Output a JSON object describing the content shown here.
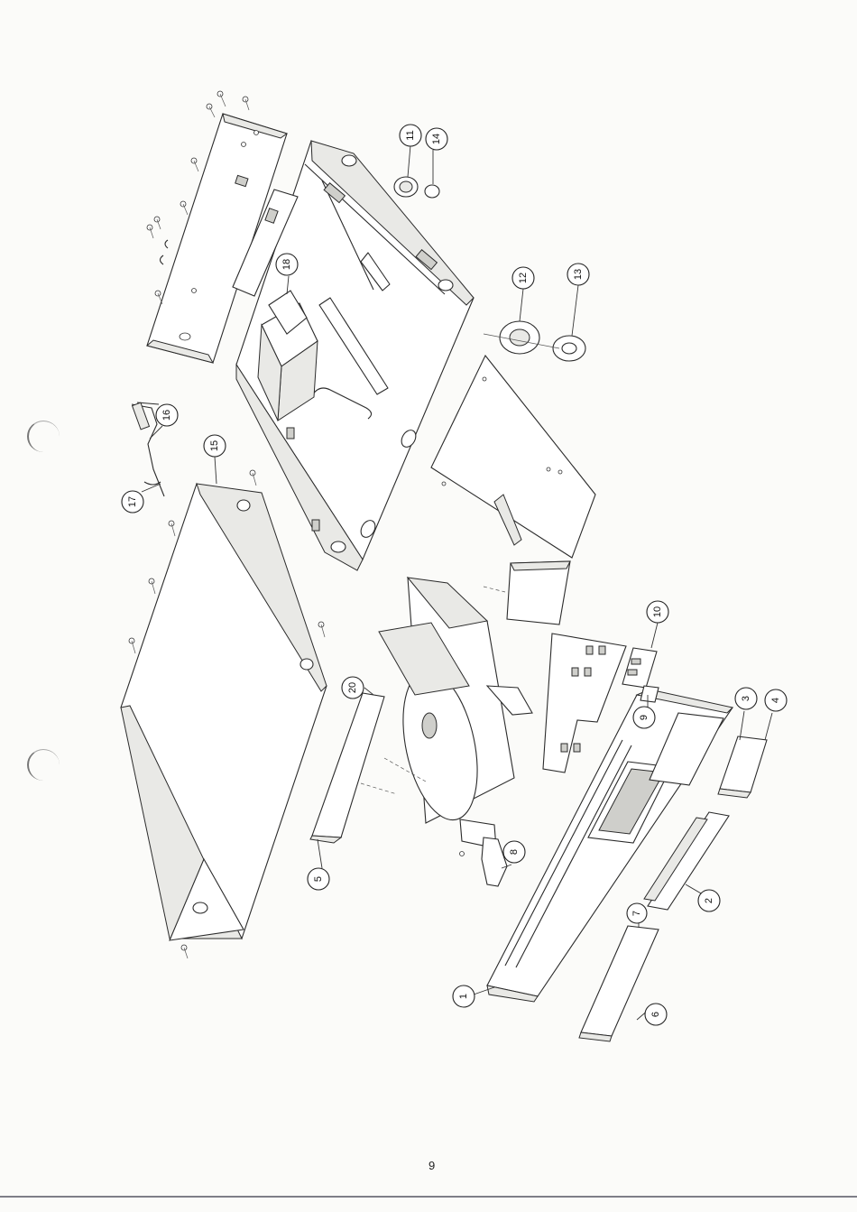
{
  "page": {
    "number": "9"
  },
  "callouts": [
    "1",
    "2",
    "3",
    "4",
    "5",
    "6",
    "7",
    "8",
    "9",
    "10",
    "11",
    "12",
    "13",
    "14",
    "15",
    "16",
    "17",
    "18",
    "20"
  ],
  "colors": {
    "line": "#2b2b2b",
    "paper": "#fbfbf9"
  }
}
